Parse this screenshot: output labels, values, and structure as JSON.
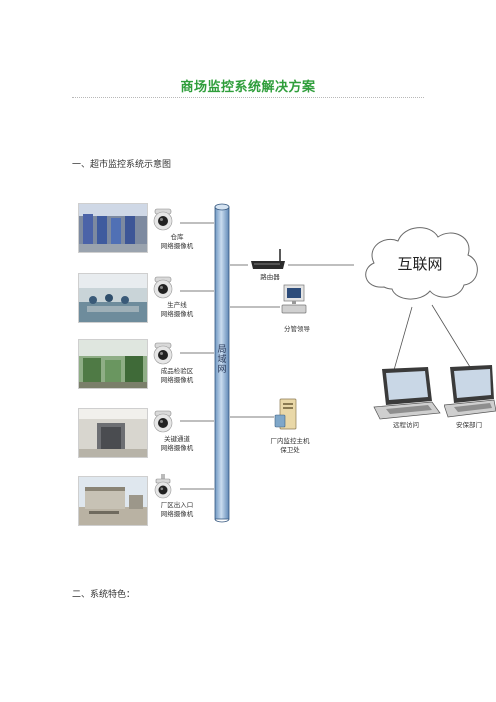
{
  "document": {
    "title": "商场监控系统解决方案",
    "section1_heading": "一、超市监控系统示意图",
    "section2_heading": "二、系统特色："
  },
  "diagram": {
    "lan_label": "局域网",
    "cameras": [
      {
        "line1": "仓库",
        "line2": "网络摄像机"
      },
      {
        "line1": "生产线",
        "line2": "网络摄像机"
      },
      {
        "line1": "成品检验区",
        "line2": "网络摄像机"
      },
      {
        "line1": "关键通道",
        "line2": "网络摄像机"
      },
      {
        "line1": "厂区出入口",
        "line2": "网络摄像机"
      }
    ],
    "router_label": "路由器",
    "pc_label": "分管领导",
    "server_label_line1": "厂内监控主机",
    "server_label_line2": "保卫处",
    "internet_label": "互联网",
    "laptops": [
      {
        "label": "远程访问"
      },
      {
        "label": "安保部门"
      }
    ]
  },
  "colors": {
    "title_green": "#2f9e3b",
    "pipe_blue": "#8fb4d8"
  }
}
